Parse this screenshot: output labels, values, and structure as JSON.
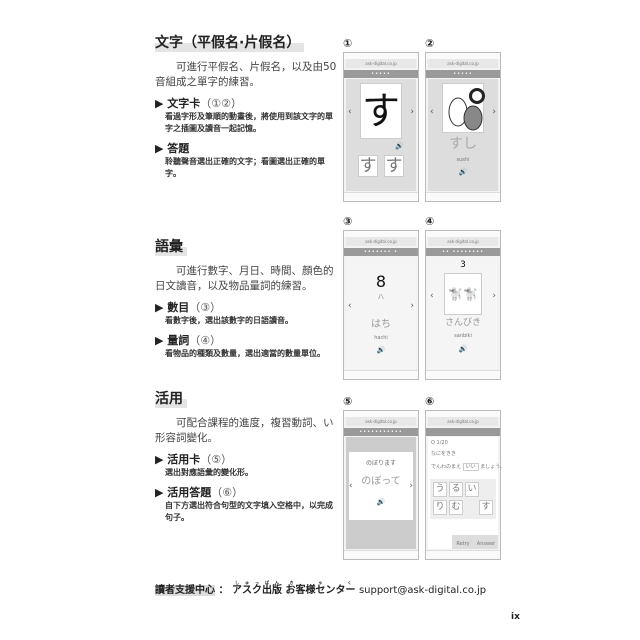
{
  "sections": [
    {
      "title": "文字（平假名·片假名）",
      "intro": "可進行平假名、片假名，以及由50音組成之單字的練習。",
      "items": [
        {
          "label": "▶ 文字卡",
          "ref": "（①②）",
          "desc": "看過字形及筆順的動畫後，將使用到該文字的單字之插圖及讀音一起記憶。"
        },
        {
          "label": "▶ 答題",
          "ref": "",
          "desc": "聆聽聲音選出正確的文字；看圖選出正確的單字。"
        }
      ]
    },
    {
      "title": "語彙",
      "intro": "可進行數字、月日、時間、顏色的日文讀音，以及物品量詞的練習。",
      "items": [
        {
          "label": "▶ 數目",
          "ref": "（③）",
          "desc": "看數字後，選出該數字的日語讀音。"
        },
        {
          "label": "▶ 量詞",
          "ref": "（④）",
          "desc": "看物品的種類及數量，選出適當的數量單位。"
        }
      ]
    },
    {
      "title": "活用",
      "intro": "可配合課程的進度，複習動詞、い形容詞變化。",
      "items": [
        {
          "label": "▶ 活用卡",
          "ref": "（⑤）",
          "desc": "選出對應語彙的變化形。"
        },
        {
          "label": "▶ 活用答題",
          "ref": "（⑥）",
          "desc": "自下方選出符合句型的文字填入空格中，以完成句子。"
        }
      ]
    }
  ],
  "screens": {
    "labels": [
      "①",
      "②",
      "③",
      "④",
      "⑤",
      "⑥"
    ],
    "url": "ask-digital.co.jp",
    "s1": {
      "char": "す",
      "choice1": "す",
      "choice2": "す"
    },
    "s2": {
      "word": "すし",
      "romaji": "sushi"
    },
    "s3": {
      "number": "8",
      "hint": "八",
      "word": "はち",
      "romaji": "hachi"
    },
    "s4": {
      "count": "3",
      "word": "さんびき",
      "romaji": "sanbiki"
    },
    "s5": {
      "base": "のぼります",
      "form": "のぼって"
    },
    "s6": {
      "q": "Q 1/20",
      "l1": "なにをきき",
      "l2a": "でんわのまえ",
      "blank": "いい",
      "l2b": "ましょう。",
      "tiles": [
        "う",
        "る",
        "い",
        "り",
        "む",
        "す"
      ],
      "retry": "Retry",
      "answer": "Answer"
    }
  },
  "footer": {
    "label": "讀者支援中心",
    "sep": "：",
    "publisher": "アスク出版",
    "ruby1": "しゅっぱん",
    "center": "お客様センター",
    "ruby2": "きゃく",
    "email": "support@ask-digital.co.jp"
  },
  "page_number": "ix"
}
